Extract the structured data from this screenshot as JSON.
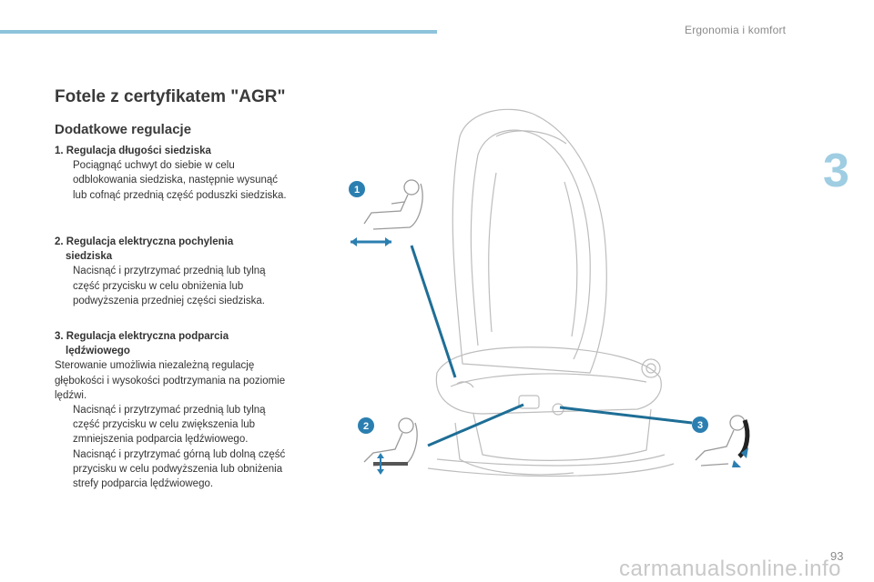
{
  "header": {
    "section_title": "Ergonomia i komfort",
    "chapter_number": "3"
  },
  "title": "Fotele z certyfikatem \"AGR\"",
  "subtitle": "Dodatkowe regulacje",
  "sections": [
    {
      "heading": "1. Regulacja długości siedziska",
      "bullets": [
        "Pociągnąć uchwyt do siebie w celu odblokowania siedziska, następnie wysunąć lub cofnąć przednią część poduszki siedziska."
      ]
    },
    {
      "heading_line1": "2. Regulacja elektryczna pochylenia",
      "heading_line2": "siedziska",
      "bullets": [
        "Nacisnąć i przytrzymać przednią lub tylną część przycisku w celu obniżenia lub podwyższenia przedniej części siedziska."
      ]
    },
    {
      "heading_line1": "3. Regulacja elektryczna podparcia",
      "heading_line2": "lędźwiowego",
      "intro": "Sterowanie umożliwia niezależną regulację głębokości i wysokości podtrzymania na poziomie lędźwi.",
      "bullets": [
        "Nacisnąć i przytrzymać przednią lub tylną część przycisku w celu zwiększenia lub zmniejszenia podparcia lędźwiowego.",
        "Nacisnąć i przytrzymać górną lub dolną część przycisku w celu podwyższenia lub obniżenia strefy podparcia lędźwiowego."
      ]
    }
  ],
  "bullet_symbol": "",
  "callouts": [
    "1",
    "2",
    "3"
  ],
  "page_number": "93",
  "watermark": "carmanualsonline.info",
  "colors": {
    "accent": "#8ec3dc",
    "callout": "#2b7fb0",
    "line": "#1e6e96",
    "chapter": "#9fcde2"
  },
  "icons": [
    "seat-illustration",
    "seat-length-icon",
    "seat-tilt-icon",
    "lumbar-icon"
  ]
}
